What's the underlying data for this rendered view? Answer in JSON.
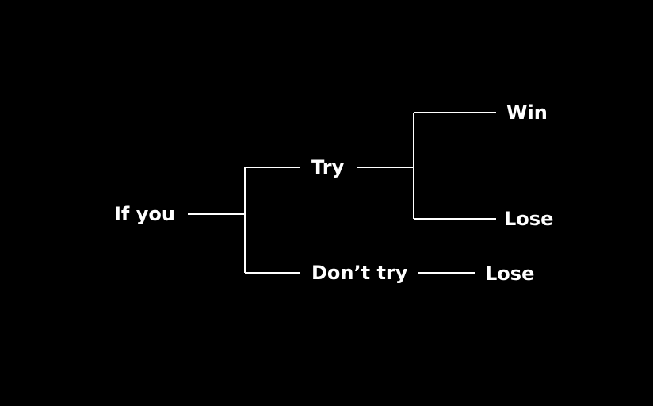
{
  "colors": {
    "background": "#000000",
    "foreground": "#ffffff"
  },
  "nodes": {
    "root": "If you",
    "try": "Try",
    "dont_try": "Don’t try",
    "try_win": "Win",
    "try_lose": "Lose",
    "dont_try_lose": "Lose"
  }
}
